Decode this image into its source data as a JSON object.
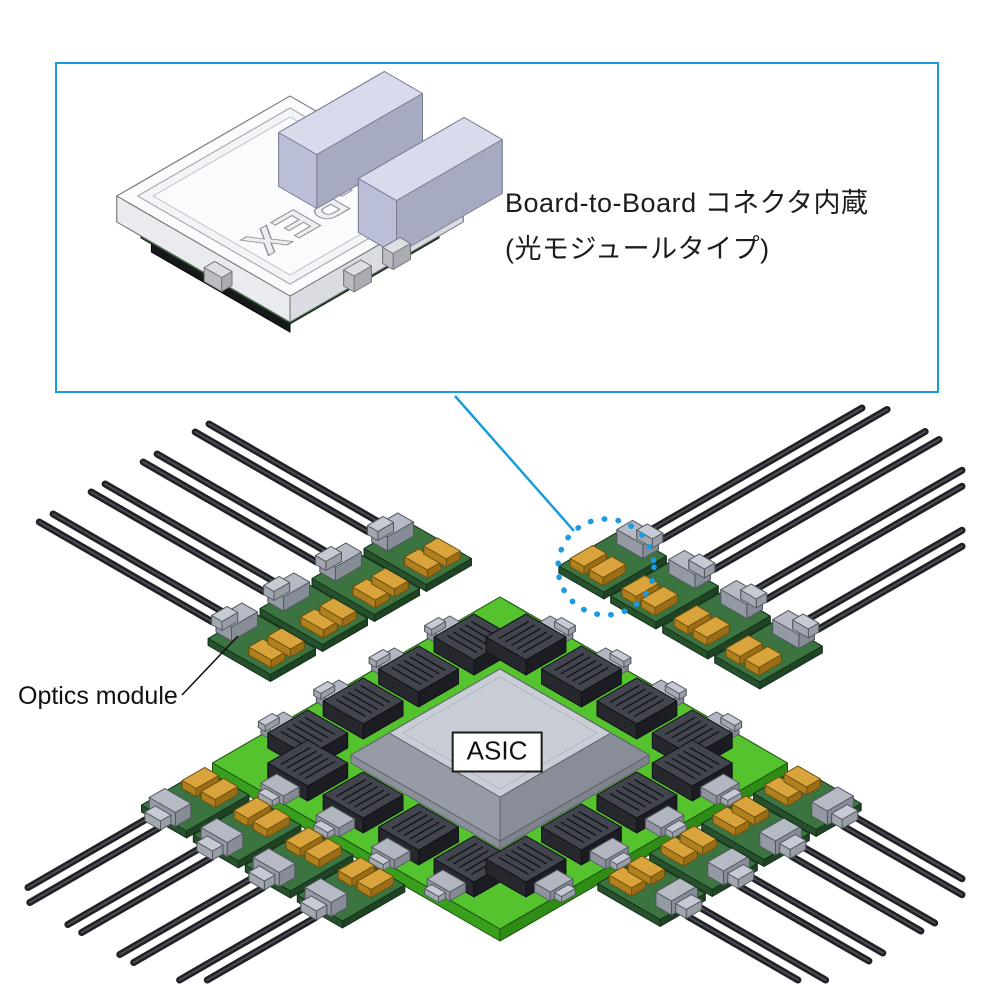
{
  "callout": {
    "title_line1": "Board-to-Board コネクタ内蔵",
    "title_line2": "(光モジュールタイプ)",
    "brand_text": "I-PEX"
  },
  "diagram": {
    "asic_label": "ASIC",
    "optics_module_label": "Optics module",
    "optics_module_count": 16,
    "board_connector_count": 16,
    "cables_per_optics_module": 2
  },
  "colors": {
    "callout_border": "#1a9cd8",
    "leader_line": "#1a9cd8",
    "highlight_circle": "#1d9be2",
    "board_green": "#55c32e",
    "board_green_side": "#39a01d",
    "pcb_green": "#3b7341",
    "gold": "#d9a43c",
    "asic_gray_top": "#c9cdd5",
    "connector_dark": "#42454d",
    "cable": "#202125",
    "lavender_block": "#d7dbec"
  }
}
